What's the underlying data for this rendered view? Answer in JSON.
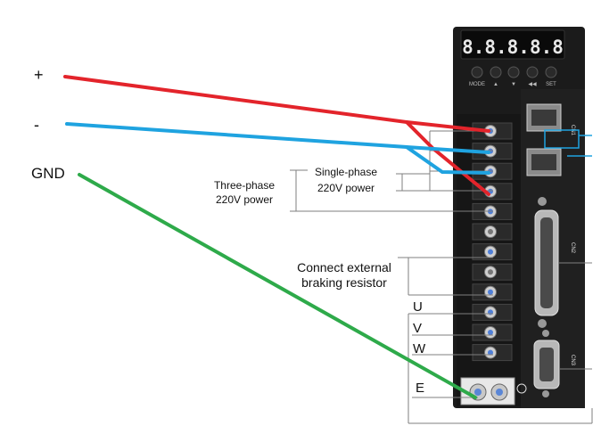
{
  "wire_labels": {
    "plus": "+",
    "minus": "-",
    "gnd": "GND"
  },
  "notes": {
    "three_phase_l1": "Three-phase",
    "three_phase_l2": "220V power",
    "single_phase_l1": "Single-phase",
    "single_phase_l2": "220V power",
    "braking_l1": "Connect external",
    "braking_l2": "braking resistor"
  },
  "motor_terminals": {
    "u": "U",
    "v": "V",
    "w": "W",
    "e": "E"
  },
  "device": {
    "display": "8.8.8.8.8",
    "buttons": [
      "MODE",
      "▲",
      "▼",
      "◀◀",
      "SET"
    ],
    "ports": {
      "cn1": "CN1",
      "cn2": "CN2",
      "cn3": "CN3"
    },
    "terminal_count": 12
  },
  "colors": {
    "plus_wire": "#e3242b",
    "minus_wire": "#1fa3e0",
    "gnd_wire": "#2eaa4a",
    "chassis": "#1b1b1b",
    "bracket": "#7f7f7f"
  }
}
